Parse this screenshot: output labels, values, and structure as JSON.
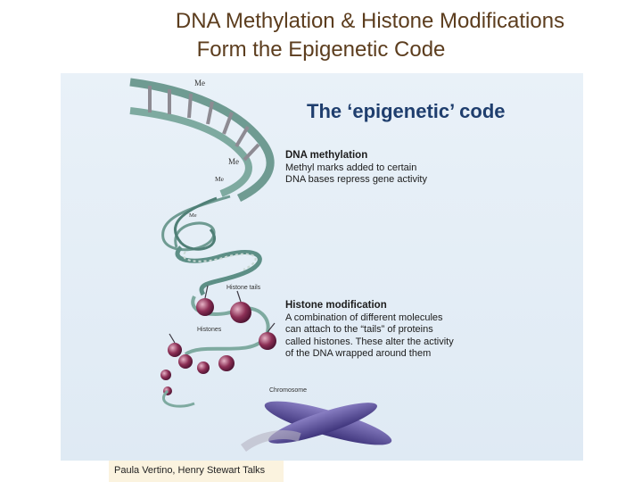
{
  "slide": {
    "title_line1": "DNA Methylation & Histone Modifications",
    "title_line2": "Form the Epigenetic Code",
    "credit": "Paula Vertino, Henry Stewart Talks"
  },
  "figure": {
    "heading": "The ‘epigenetic’ code",
    "methylation": {
      "title": "DNA methylation",
      "body": [
        "Methyl marks added to certain",
        "DNA bases repress gene activity"
      ]
    },
    "histone": {
      "title": "Histone modification",
      "body": [
        "A combination of different molecules",
        "can attach to the “tails” of proteins",
        "called histones. These alter the activity",
        "of the DNA wrapped around them"
      ]
    },
    "labels": {
      "me1": "Me",
      "me2": "Me",
      "me3": "Me",
      "me4": "Me",
      "histone_tails": "Histone tails",
      "histones": "Histones",
      "chromosome": "Chromosome"
    },
    "colors": {
      "backbone": "#6f9b92",
      "rungs": "#8e8b93",
      "histone": "#8c2f55",
      "chromosome": "#5b4e99",
      "heading": "#1f3e6e"
    }
  }
}
